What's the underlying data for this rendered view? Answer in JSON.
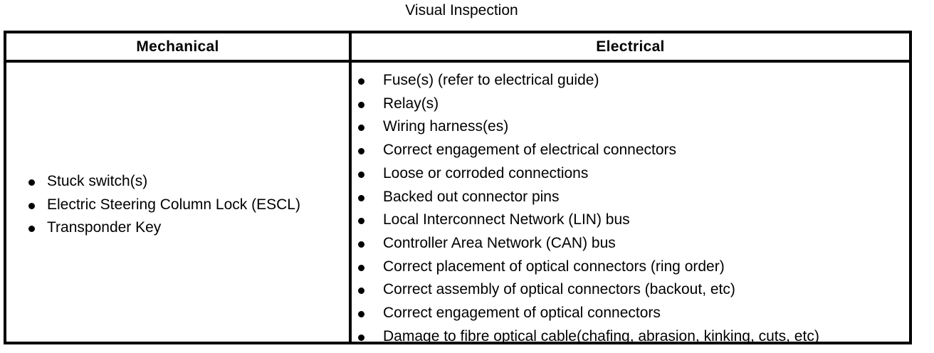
{
  "title": "Visual Inspection",
  "table": {
    "columns": [
      {
        "id": "mechanical",
        "header": "Mechanical"
      },
      {
        "id": "electrical",
        "header": "Electrical"
      }
    ],
    "mechanical_items": [
      "Stuck switch(s)",
      "Electric Steering Column Lock (ESCL)",
      "Transponder Key"
    ],
    "electrical_items": [
      "Fuse(s) (refer to electrical guide)",
      "Relay(s)",
      "Wiring harness(es)",
      "Correct engagement of electrical connectors",
      "Loose or corroded connections",
      "Backed out connector pins",
      "Local Interconnect Network (LIN) bus",
      "Controller Area Network (CAN) bus",
      "Correct placement of optical connectors (ring order)",
      "Correct assembly of optical connectors (backout, etc)",
      "Correct engagement of optical connectors",
      "Damage to fibre optical cable(chafing, abrasion, kinking, cuts, etc)"
    ]
  },
  "colors": {
    "text": "#000000",
    "background": "#ffffff",
    "border": "#000000"
  }
}
